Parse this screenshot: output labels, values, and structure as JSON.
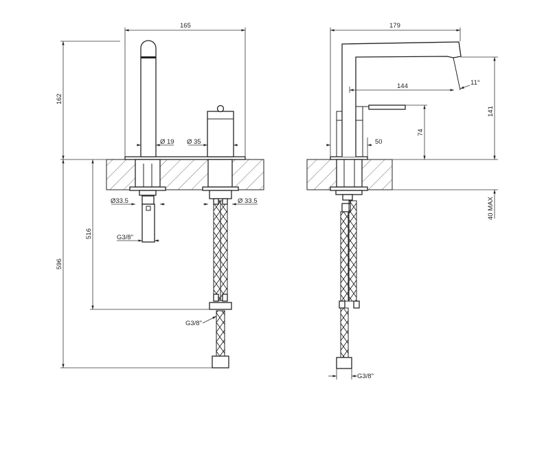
{
  "front_view": {
    "width_dim": "165",
    "spout_height_dim": "162",
    "spout_diameter": "Ø 19",
    "body_diameter": "Ø 35",
    "left_shank_diameter": "Ø33.5",
    "right_shank_diameter": "Ø 33.5",
    "left_thread": "G3/8\"",
    "hose_thread": "G3/8\"",
    "hose_length_dim": "516",
    "total_length_dim": "596"
  },
  "side_view": {
    "reach_total_dim": "179",
    "reach_dim": "144",
    "angle": "11°",
    "handle_height_dim": "74",
    "spout_height_dim": "141",
    "base_diameter_dim": "50",
    "counter_thickness_dim": "40 MAX",
    "hose_thread": "G3/8\""
  },
  "colors": {
    "line": "#222222",
    "background": "#ffffff"
  }
}
